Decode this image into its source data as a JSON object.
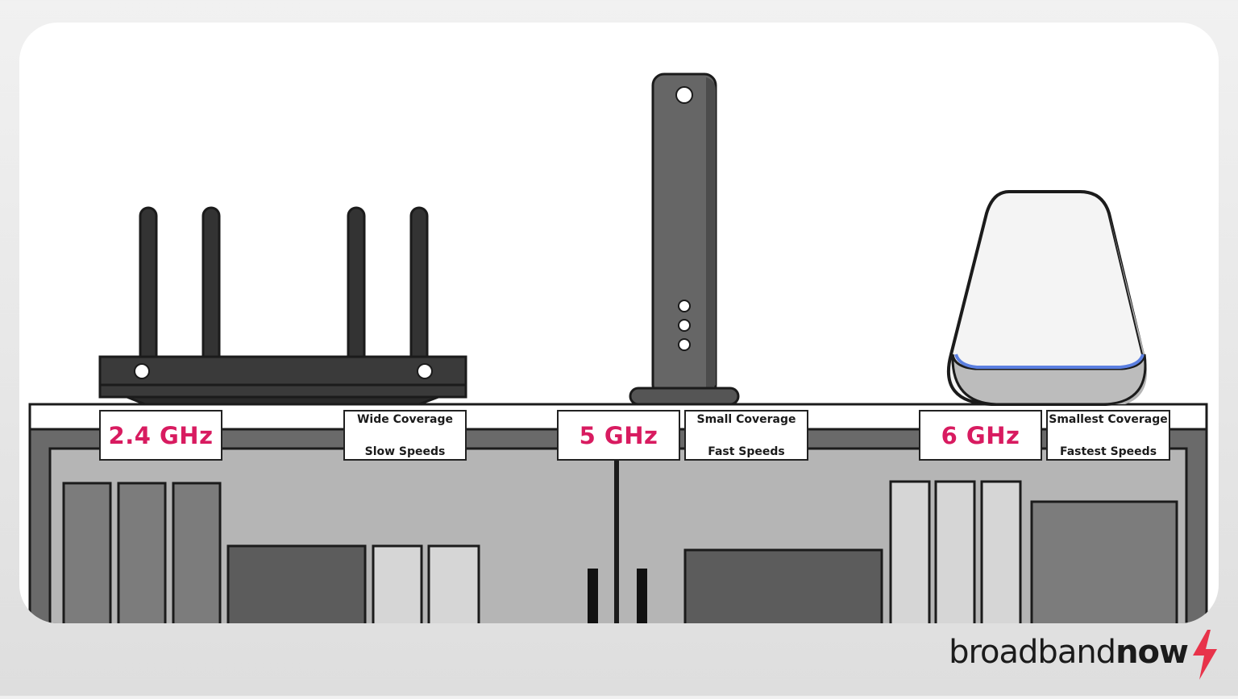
{
  "bands": [
    {
      "frequency": "2.4 GHz",
      "coverage": "Wide Coverage",
      "speed": "Slow Speeds"
    },
    {
      "frequency": "5 GHz",
      "coverage": "Small Coverage",
      "speed": "Fast Speeds"
    },
    {
      "frequency": "6 GHz",
      "coverage": "Smallest Coverage",
      "speed": "Fastest Speeds"
    }
  ],
  "brand": {
    "name_regular": "broadband",
    "name_bold": "now"
  },
  "colors": {
    "accent": "#d81b60",
    "outline": "#1b1b1b",
    "router_dark": "#3a3a3a",
    "tower_gray": "#666666",
    "mesh_white": "#f4f4f4",
    "mesh_light": "#5b7fe0",
    "cabinet_gray": "#b3b3b3"
  },
  "icons": [
    "router-icon",
    "tower-router-icon",
    "mesh-router-icon",
    "lightning-bolt-icon"
  ]
}
